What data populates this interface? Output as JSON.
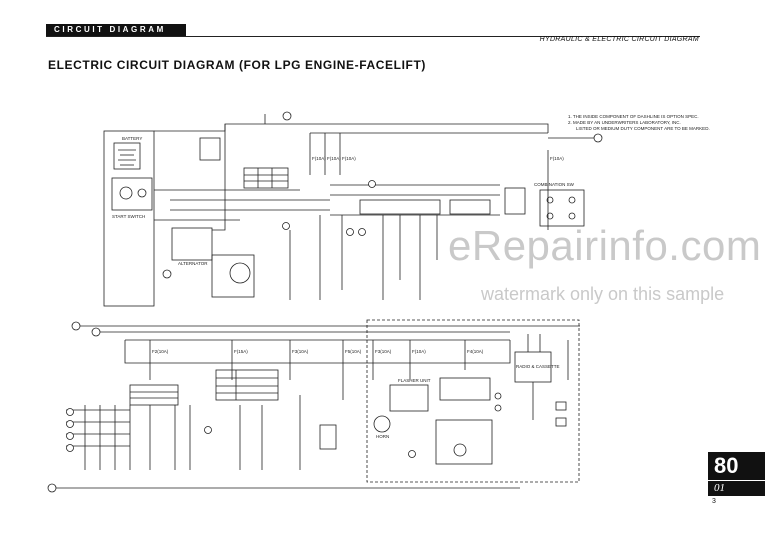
{
  "header": {
    "section": "CIRCUIT DIAGRAM",
    "subtitle": "HYDRAULIC & ELECTRIC CIRCUIT DIAGRAM"
  },
  "title": "ELECTRIC CIRCUIT DIAGRAM (FOR LPG ENGINE-FACELIFT)",
  "notes": [
    "1. THE INSIDE COMPONENT OF DASHLINE IS OPTION SPEC.",
    "2. MADE BY AN UNDERWRITERS LABORATORY, INC.",
    "LISTED OR MEDIUM DUTY COMPONENT ARE TO BE MARKED."
  ],
  "labels": {
    "battery": "BATTERY",
    "start_switch": "START SWITCH",
    "alternator": "ALTERNATOR",
    "combination_sw": "COMBINATION SW",
    "radio_cassette": "RADIO & CASSETTE",
    "horn": "HORN",
    "flasher": "FLASHER UNIT"
  },
  "fuses": {
    "top": [
      "F(10A)",
      "F(10A)",
      "F(10A)",
      "F(10A)"
    ],
    "bottom": [
      "F2(10A)",
      "F(15A)",
      "F3(10A)",
      "F5(10A)",
      "F3(10A)",
      "F(10A)",
      "F4(10A)"
    ]
  },
  "watermark": {
    "brand": "eRepairinfo.com",
    "note": "watermark only on this sample"
  },
  "page": {
    "number": "80",
    "sub": "01",
    "footer": "3"
  }
}
